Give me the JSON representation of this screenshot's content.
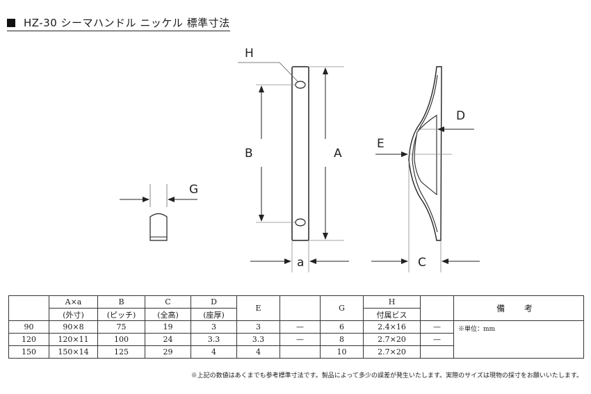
{
  "title": "HZ-30 シーマハンドル ニッケル 標準寸法",
  "labels": {
    "H": "H",
    "B": "B",
    "A": "A",
    "G": "G",
    "a": "a",
    "D": "D",
    "E": "E",
    "C": "C"
  },
  "table": {
    "header1": [
      "",
      "A×a",
      "B",
      "C",
      "D",
      "E",
      "",
      "G",
      "H",
      "",
      "備 考"
    ],
    "header2": [
      "",
      "(外寸)",
      "(ピッチ)",
      "(全高)",
      "(座厚)",
      "",
      "",
      "",
      "付属ビス",
      ""
    ],
    "rows": [
      [
        "90",
        "90×8",
        "75",
        "19",
        "3",
        "3",
        "—",
        "6",
        "2.4×16",
        "—"
      ],
      [
        "120",
        "120×11",
        "100",
        "24",
        "3.3",
        "3.3",
        "—",
        "8",
        "2.7×20",
        "—"
      ],
      [
        "150",
        "150×14",
        "125",
        "29",
        "4",
        "4",
        "",
        "10",
        "2.7×20",
        ""
      ]
    ],
    "remarks": "※単位：mm"
  },
  "footnote": "※上記の数値はあくまでも参考標準寸法です。製品によって多少の誤差が発生いたします。実際のサイズは現物の採寸をお願いいたします。"
}
